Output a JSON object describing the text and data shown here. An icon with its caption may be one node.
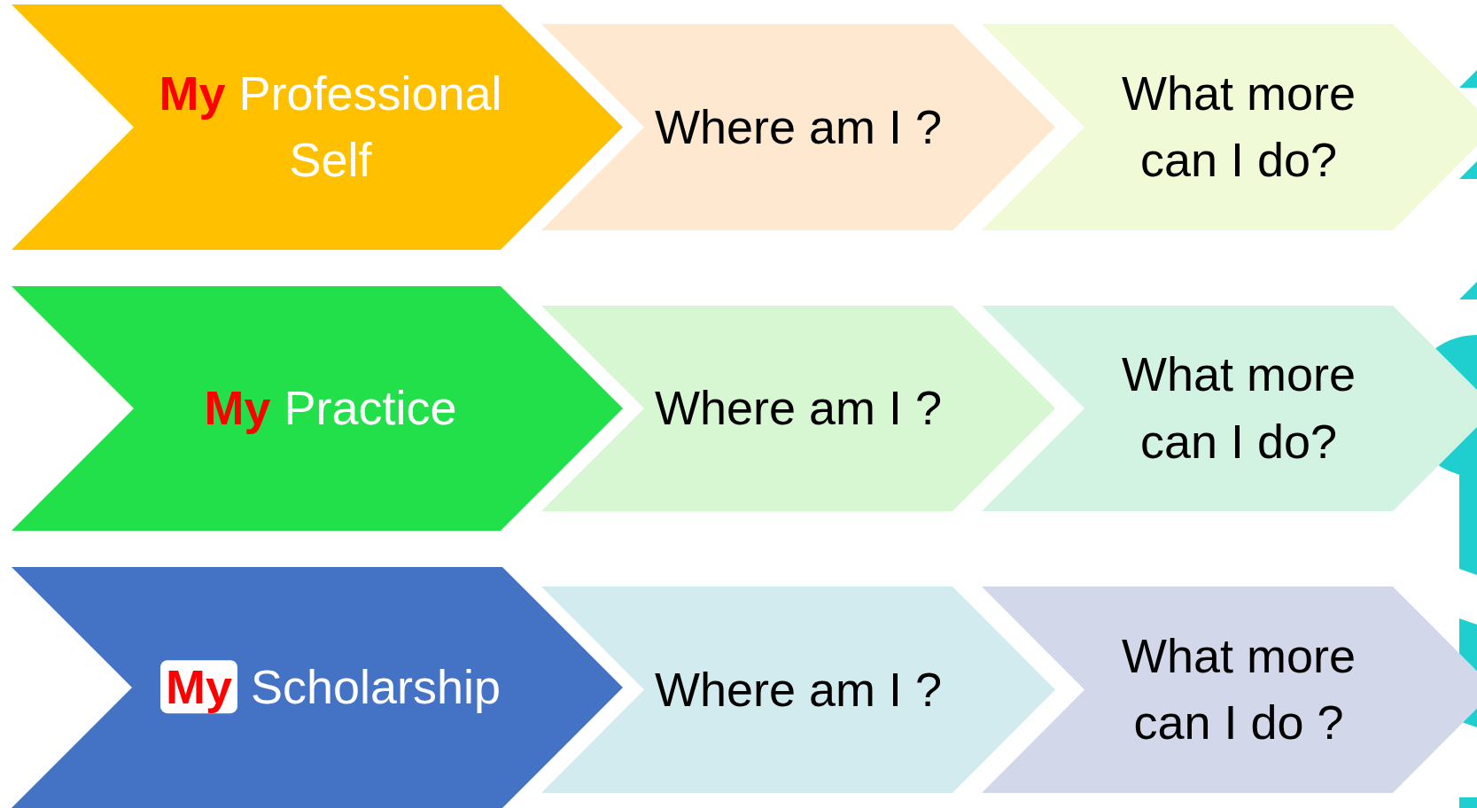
{
  "diagram": {
    "nodes": [
      {
        "text": [
          "**My** Professional Self"
        ]
      },
      {
        "text": [
          "Where am I ?"
        ]
      },
      {
        "text": [
          "What more can I do?"
        ]
      },
      {
        "text": [
          "**My** Practice"
        ]
      },
      {
        "text": [
          "Where am I ?"
        ]
      },
      {
        "text": [
          "What more can I do?"
        ]
      },
      {
        "text": [
          "**My** Scholarship"
        ]
      },
      {
        "text": [
          "Where am I ?"
        ]
      },
      {
        "text": [
          "What more can I do ?"
        ]
      }
    ]
  }
}
